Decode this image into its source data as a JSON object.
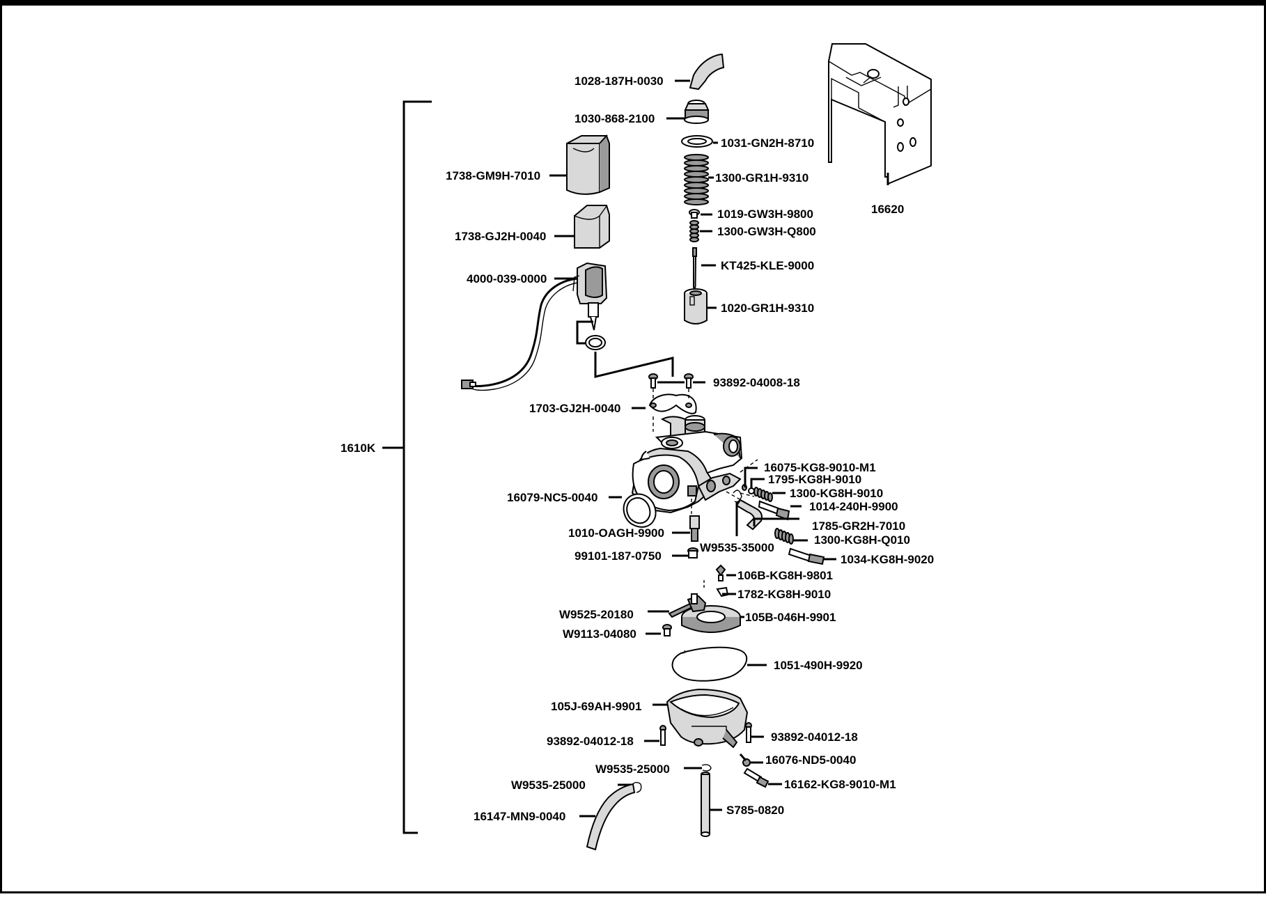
{
  "assembly": {
    "id": "1610K"
  },
  "parts": [
    "1028-187H-0030",
    "1030-868-2100",
    "1031-GN2H-8710",
    "1300-GR1H-9310",
    "1019-GW3H-9800",
    "1300-GW3H-Q800",
    "KT425-KLE-9000",
    "1020-GR1H-9310",
    "16620",
    "1738-GM9H-7010",
    "1738-GJ2H-0040",
    "4000-039-0000",
    "93892-04008-18",
    "1703-GJ2H-0040",
    "16075-KG8-9010-M1",
    "1795-KG8H-9010",
    "1300-KG8H-9010",
    "1014-240H-9900",
    "16079-NC5-0040",
    "1785-GR2H-7010",
    "1010-OAGH-9900",
    "W9535-35000",
    "1300-KG8H-Q010",
    "99101-187-0750",
    "1034-KG8H-9020",
    "106B-KG8H-9801",
    "1782-KG8H-9010",
    "W9525-20180",
    "105B-046H-9901",
    "W9113-04080",
    "1051-490H-9920",
    "105J-69AH-9901",
    "93892-04012-18",
    "93892-04012-18",
    "16076-ND5-0040",
    "W9535-25000",
    "W9535-25000",
    "16162-KG8-9010-M1",
    "S785-0820",
    "16147-MN9-0040"
  ]
}
